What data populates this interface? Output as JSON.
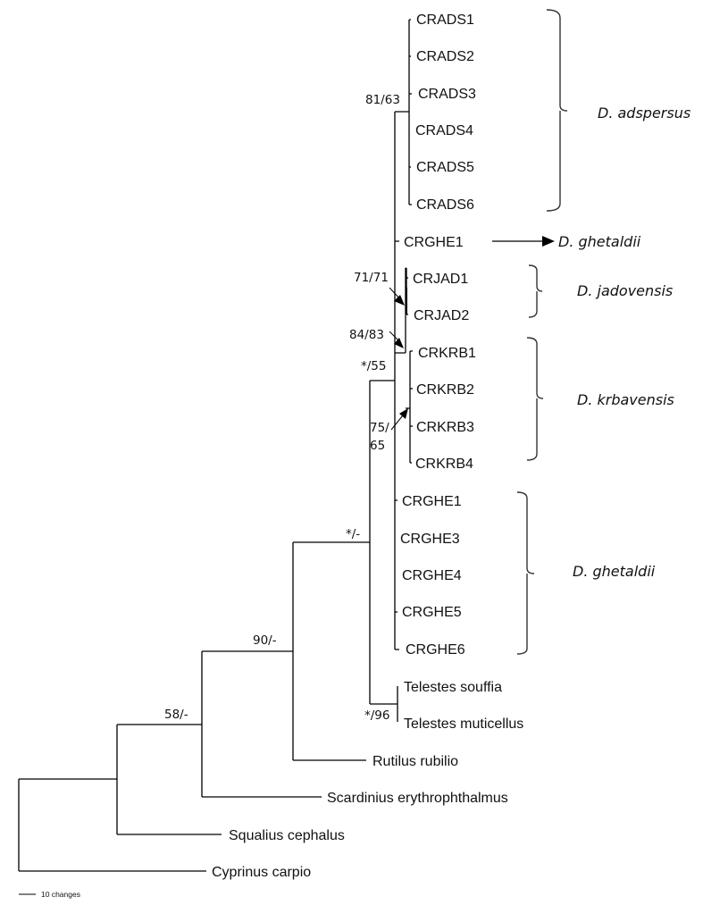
{
  "tree": {
    "tips": {
      "CRADS1": "CRADS1",
      "CRADS2": "CRADS2",
      "CRADS3": "CRADS3",
      "CRADS4": "CRADS4",
      "CRADS5": "CRADS5",
      "CRADS6": "CRADS6",
      "CRGHE1a": "CRGHE1",
      "CRJAD1": "CRJAD1",
      "CRJAD2": "CRJAD2",
      "CRKRB1": "CRKRB1",
      "CRKRB2": "CRKRB2",
      "CRKRB3": "CRKRB3",
      "CRKRB4": "CRKRB4",
      "CRGHE1b": "CRGHE1",
      "CRGHE3": "CRGHE3",
      "CRGHE4": "CRGHE4",
      "CRGHE5": "CRGHE5",
      "CRGHE6": "CRGHE6",
      "souffia": "Telestes souffia",
      "muticellus": "Telestes muticellus",
      "rubilio": "Rutilus rubilio",
      "scardinius": "Scardinius erythrophthalmus",
      "squalius": "Squalius cephalus",
      "cyprinus": "Cyprinus carpio"
    },
    "support": {
      "adspersus": "81/63",
      "jadovensis": "71/71",
      "jad_krb": "84/83",
      "dinaric": "*/55",
      "krbavensis_a": "75/",
      "krbavensis_b": "65",
      "ingroup": "*/-",
      "telestes": "*/96",
      "rutilus_node": "90/-",
      "scardinius_node": "58/-"
    },
    "clades": {
      "adspersus": "D. adspersus",
      "ghetaldii_single": "D. ghetaldii",
      "jadovensis": "D. jadovensis",
      "krbavensis": "D. krbavensis",
      "ghetaldii": "D. ghetaldii"
    },
    "scale_bar": "10 changes"
  }
}
